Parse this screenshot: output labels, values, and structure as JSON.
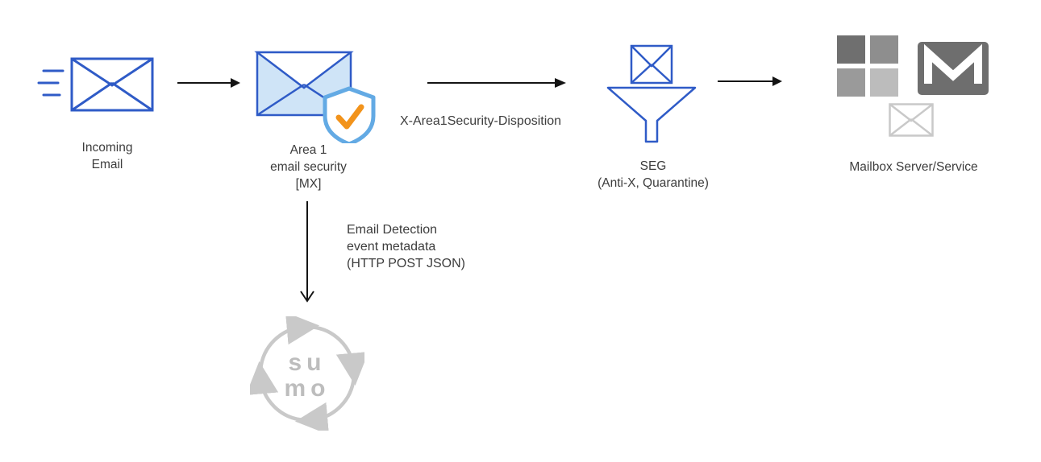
{
  "title": "Email security flow diagram",
  "colors": {
    "blue": "#2f5bc7",
    "light_blue": "#cfe4f7",
    "shield_blue": "#63aae4",
    "check_orange": "#f2931b",
    "arrow_black": "#141414",
    "logo_gray": "#c9c9c9",
    "icon_dark_gray": "#6f6f6f",
    "text": "#3d3d3d"
  },
  "icons": [
    "speed-lines-icon",
    "incoming-envelope-icon",
    "area1-envelope-icon",
    "shield-check-icon",
    "seg-envelope-icon",
    "funnel-icon",
    "microsoft-logo-icon",
    "mail-m-icon",
    "small-envelope-icon",
    "sumo-logic-logo",
    "arrow-right-icon",
    "arrow-down-icon"
  ],
  "nodes": {
    "incoming": {
      "line1": "Incoming",
      "line2": "Email"
    },
    "area1": {
      "line1": "Area 1",
      "line2": "email security",
      "line3": "[MX]"
    },
    "seg": {
      "line1": "SEG",
      "line2": "(Anti-X, Quarantine)"
    },
    "mailbox": {
      "label": "Mailbox Server/Service"
    }
  },
  "edges": {
    "disposition": {
      "label": "X-Area1Security-Disposition"
    },
    "metadata": {
      "line1": "Email Detection",
      "line2": "event metadata",
      "line3": "(HTTP POST JSON)"
    }
  },
  "sumo": {
    "line1": "su",
    "line2": "mo"
  }
}
